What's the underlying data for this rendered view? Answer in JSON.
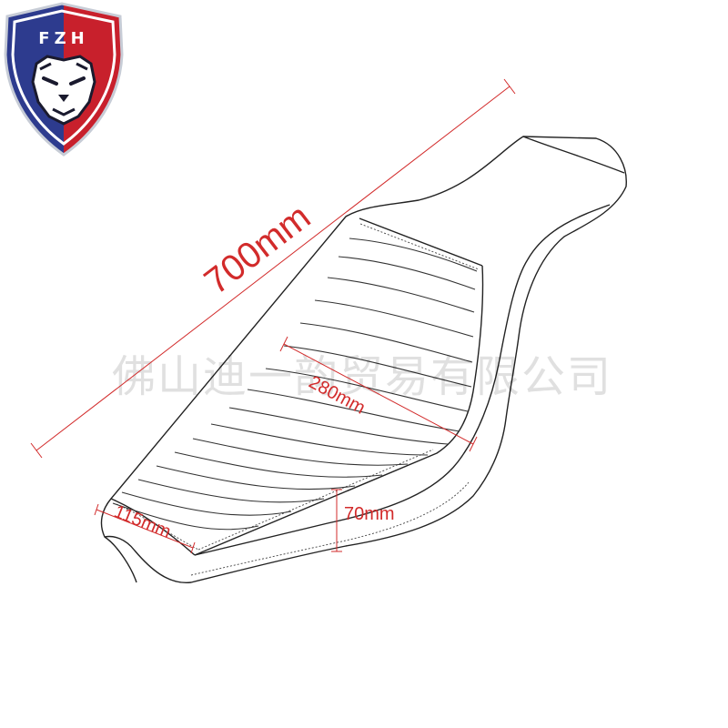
{
  "brand": {
    "logo_text": "FZH",
    "colors": {
      "blue": "#2d3b8e",
      "red": "#c8202c",
      "white": "#ffffff"
    }
  },
  "watermark": {
    "text": "佛山迪一韵贸易有限公司"
  },
  "dimensions": {
    "length": "700mm",
    "rider_seat_length": "280mm",
    "nose_width": "115mm",
    "height": "70mm"
  },
  "colors": {
    "dimension_line": "#d22b2b",
    "outline": "#222222"
  }
}
